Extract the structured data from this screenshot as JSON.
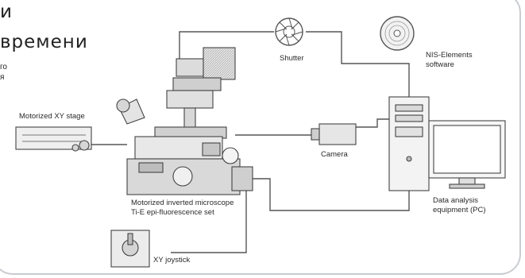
{
  "heading": {
    "line1": "и",
    "line2": "времени",
    "sub1": "го",
    "sub2": "я"
  },
  "diagram": {
    "labels": {
      "stage": "Motorized XY stage",
      "shutter": "Shutter",
      "software_line1": "NIS-Elements",
      "software_line2": "software",
      "camera": "Camera",
      "microscope_line1": "Motorized inverted microscope",
      "microscope_line2": "Ti-E epi-fluorescence set",
      "pc_line1": "Data analysis",
      "pc_line2": "equipment (PC)",
      "joystick": "XY joystick"
    },
    "colors": {
      "line": "#555555",
      "device": "#8a8a8a",
      "frame": "#c9ccd0"
    }
  }
}
